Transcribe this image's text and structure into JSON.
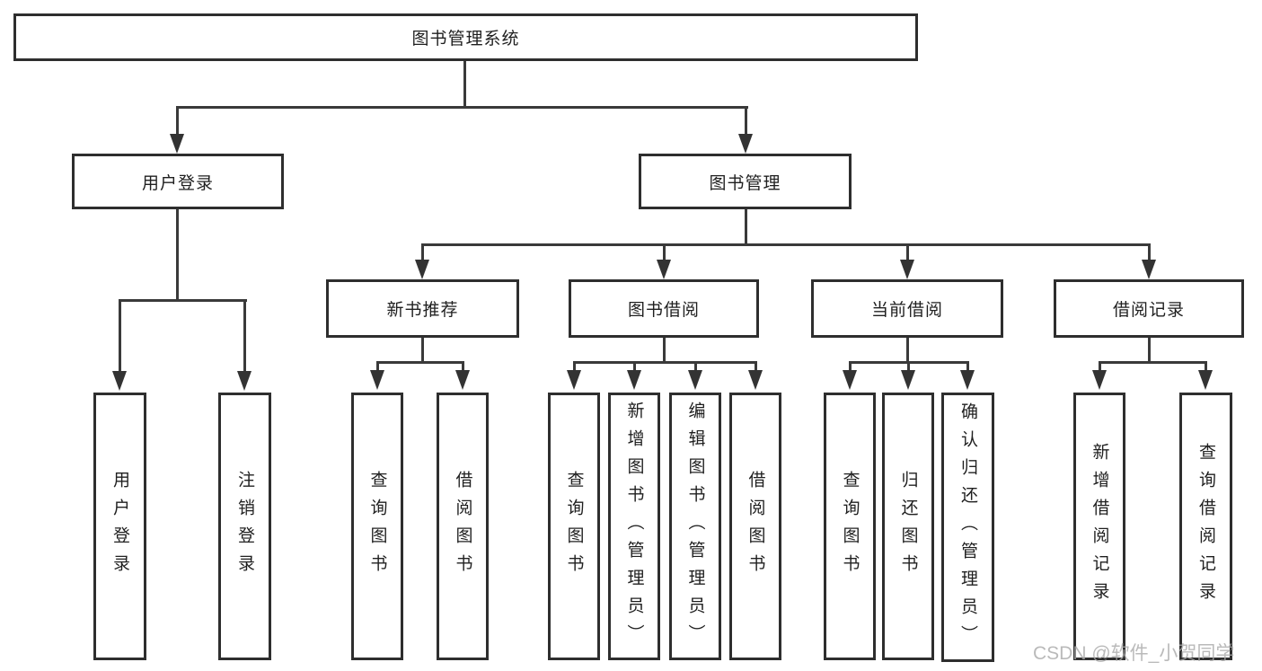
{
  "tree": {
    "label": "图书管理系统",
    "children": [
      {
        "label": "用户登录",
        "children": [
          {
            "label": "用户登录"
          },
          {
            "label": "注销登录"
          }
        ]
      },
      {
        "label": "图书管理",
        "children": [
          {
            "label": "新书推荐",
            "children": [
              {
                "label": "查询图书"
              },
              {
                "label": "借阅图书"
              }
            ]
          },
          {
            "label": "图书借阅",
            "children": [
              {
                "label": "查询图书"
              },
              {
                "label": "新增图书（管理员）"
              },
              {
                "label": "编辑图书（管理员）"
              },
              {
                "label": "借阅图书"
              }
            ]
          },
          {
            "label": "当前借阅",
            "children": [
              {
                "label": "查询图书"
              },
              {
                "label": "归还图书"
              },
              {
                "label": "确认归还（管理员）"
              }
            ]
          },
          {
            "label": "借阅记录",
            "children": [
              {
                "label": "新增借阅记录"
              },
              {
                "label": "查询借阅记录"
              }
            ]
          }
        ]
      }
    ]
  },
  "watermark": "CSDN @软件_小贺同学",
  "colors": {
    "line": "#3a3a3a",
    "box_border": "#2e2e2e",
    "arrow": "#333333",
    "watermark": "#a9a9a9",
    "background": "#ffffff"
  }
}
